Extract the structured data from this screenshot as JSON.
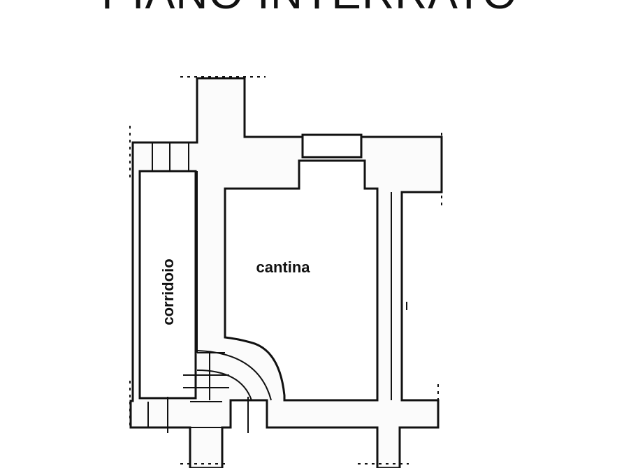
{
  "title": "PIANO INTERRATO",
  "rooms": {
    "cantina": "cantina",
    "corridoio": "corridoio"
  }
}
